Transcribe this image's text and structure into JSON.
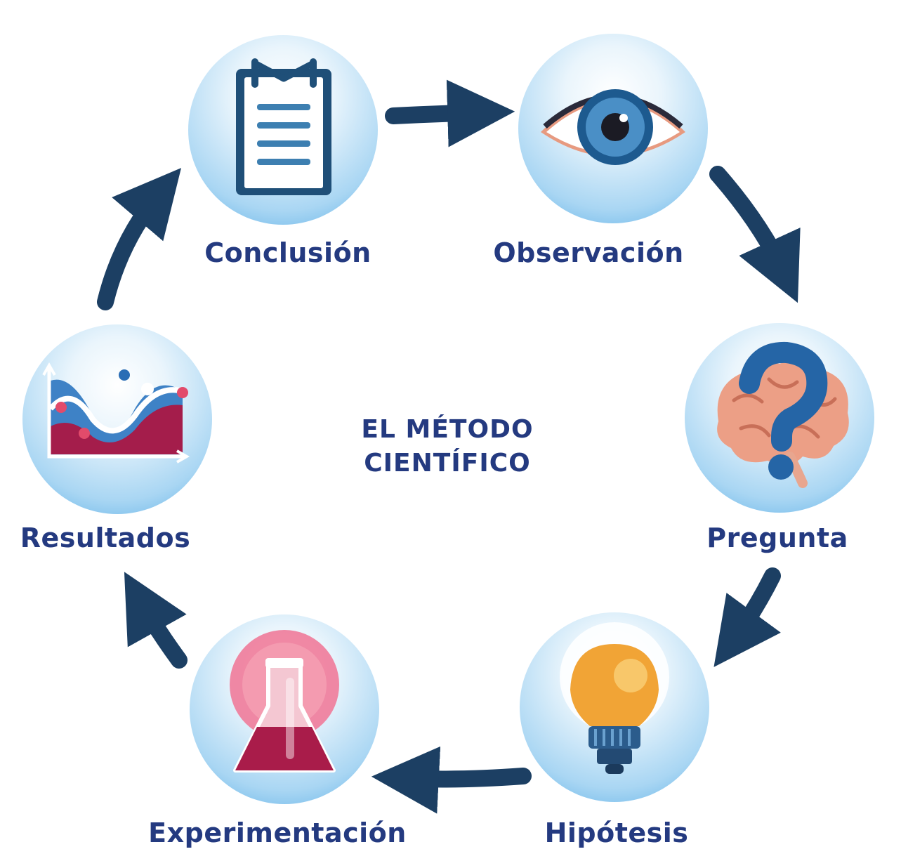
{
  "title": {
    "line1": "EL MÉTODO",
    "line2": "CIENTÍFICO"
  },
  "steps": [
    {
      "label": "Observación",
      "icon": "eye-icon"
    },
    {
      "label": "Pregunta",
      "icon": "brain-question-icon"
    },
    {
      "label": "Hipótesis",
      "icon": "lightbulb-icon"
    },
    {
      "label": "Experimentación",
      "icon": "flask-icon"
    },
    {
      "label": "Resultados",
      "icon": "chart-icon"
    },
    {
      "label": "Conclusión",
      "icon": "clipboard-icon"
    }
  ],
  "colors": {
    "text": "#243a80",
    "arrow": "#1c3f63",
    "circle_edge": "#5aaee6",
    "circle_center": "#eaf5fc"
  }
}
